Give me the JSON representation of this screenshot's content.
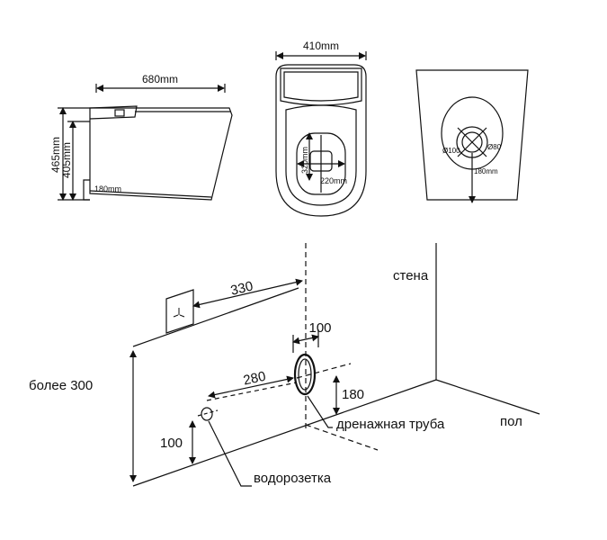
{
  "top": {
    "side_view": {
      "width_label": "680mm",
      "height_total_label": "465mm",
      "height_seat_label": "405mm",
      "outlet_label": "180mm"
    },
    "top_view": {
      "width_label": "410mm",
      "inner_height_label": "320mm",
      "inner_width_label": "220mm"
    },
    "bottom_view": {
      "diameter_outer_label": "Ø100",
      "diameter_inner_label": "Ø80",
      "offset_label": "180mm"
    }
  },
  "install": {
    "dim_330": "330",
    "dim_100_top": "100",
    "dim_280": "280",
    "dim_180": "180",
    "dim_100_left": "100",
    "label_more300": "более 300",
    "label_wall": "стена",
    "label_floor": "пол",
    "label_drain": "дренажная труба",
    "label_water": "водорозетка"
  }
}
